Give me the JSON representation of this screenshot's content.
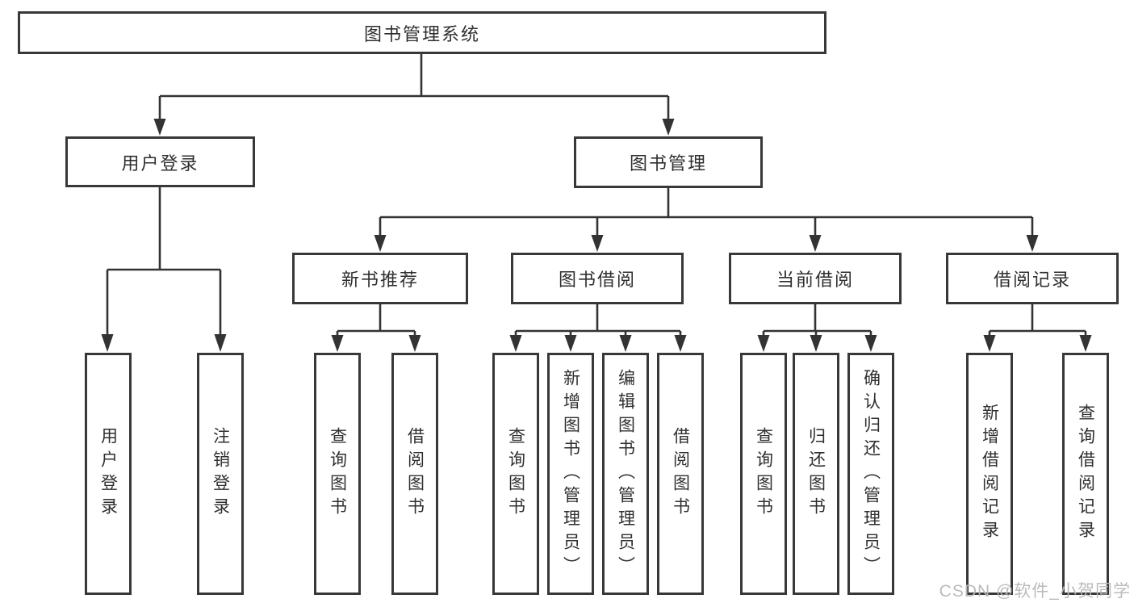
{
  "diagram_title": "图书管理系统",
  "tree": {
    "root": {
      "label": "图书管理系统"
    },
    "user_login": {
      "label": "用户登录",
      "children": [
        "用户登录",
        "注销登录"
      ]
    },
    "book_mgmt": {
      "label": "图书管理",
      "sections": [
        {
          "label": "新书推荐",
          "children": [
            "查询图书",
            "借阅图书"
          ]
        },
        {
          "label": "图书借阅",
          "children": [
            "查询图书",
            "新增图书（管理员）",
            "编辑图书（管理员）",
            "借阅图书"
          ]
        },
        {
          "label": "当前借阅",
          "children": [
            "查询图书",
            "归还图书",
            "确认归还（管理员）"
          ]
        },
        {
          "label": "借阅记录",
          "children": [
            "新增借阅记录",
            "查询借阅记录"
          ]
        }
      ]
    }
  },
  "watermark": "CSDN @软件_小贺同学",
  "colors": {
    "line": "#333333",
    "border": "#383838",
    "text": "#2f2f2f",
    "box_background": "#ffffff",
    "page_background": "#ffffff",
    "watermark": "#b8b8b8"
  }
}
